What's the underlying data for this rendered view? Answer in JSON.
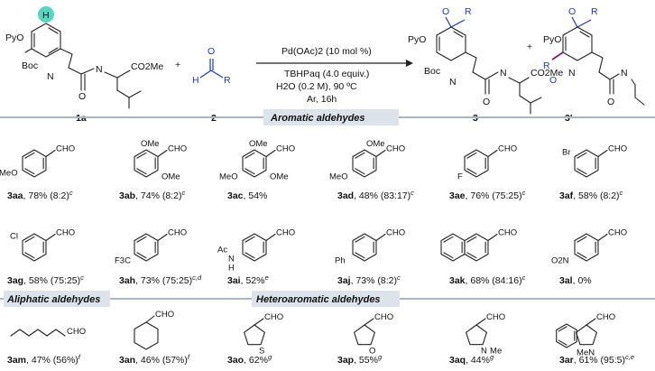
{
  "reaction": {
    "reactant1_label": "1a",
    "reactant2_label": "2",
    "product1_label": "3",
    "product2_label": "3'",
    "plus1": "+",
    "plus2": "+",
    "conditions": [
      "Pd(OAc)2 (10 mol %)",
      "TBHPaq (4.0 equiv.)",
      "H2O (0.2 M), 90 ºC",
      "Ar, 16h"
    ],
    "atoms": {
      "PyO": "PyO",
      "H": "H",
      "Boc": "Boc",
      "N": "N",
      "O": "O",
      "CO2Me": "CO2Me",
      "R": "R"
    }
  },
  "sections": {
    "aromatic": "Aromatic aldehydes",
    "aliphatic": "Aliphatic aldehydes",
    "heteroaromatic": "Heteroaromatic aldehydes"
  },
  "entries": [
    {
      "id": "3aa",
      "text": ", 78% (8:2)",
      "sup": "c",
      "subs": [
        "MeO"
      ]
    },
    {
      "id": "3ab",
      "text": ", 74% (8:2)",
      "sup": "c",
      "subs": [
        "OMe",
        "OMe"
      ]
    },
    {
      "id": "3ac",
      "text": ", 54%",
      "sup": "",
      "subs": [
        "OMe",
        "MeO",
        "OMe"
      ]
    },
    {
      "id": "3ad",
      "text": ", 48% (83:17)",
      "sup": "c",
      "subs": [
        "OMe",
        "MeO"
      ]
    },
    {
      "id": "3ae",
      "text": ", 76% (75:25)",
      "sup": "c",
      "subs": [
        "F"
      ]
    },
    {
      "id": "3af",
      "text": ", 58% (8:2)",
      "sup": "c",
      "subs": [
        "Br"
      ]
    },
    {
      "id": "3ag",
      "text": ", 58% (75:25)",
      "sup": "c",
      "subs": [
        "Cl"
      ]
    },
    {
      "id": "3ah",
      "text": ", 73% (75:25)",
      "sup": "c,d",
      "subs": [
        "F3C"
      ]
    },
    {
      "id": "3ai",
      "text": ", 52%",
      "sup": "e",
      "subs": [
        "Ac",
        "N",
        "H"
      ]
    },
    {
      "id": "3aj",
      "text": ", 73% (8:2)",
      "sup": "c",
      "subs": [
        "Ph"
      ]
    },
    {
      "id": "3ak",
      "text": ", 68% (84:16)",
      "sup": "c",
      "subs": []
    },
    {
      "id": "3al",
      "text": ", 0%",
      "sup": "",
      "subs": [
        "O2N"
      ]
    },
    {
      "id": "3am",
      "text": ", 47% (56%)",
      "sup": "f",
      "subs": []
    },
    {
      "id": "3an",
      "text": ", 46% (57%)",
      "sup": "f",
      "subs": []
    },
    {
      "id": "3ao",
      "text": ", 62%",
      "sup": "g",
      "subs": [
        "S"
      ]
    },
    {
      "id": "3ap",
      "text": ", 55%",
      "sup": "g",
      "subs": [
        "O"
      ]
    },
    {
      "id": "3aq",
      "text": ", 44%",
      "sup": "g",
      "subs": [
        "N",
        "Me"
      ]
    },
    {
      "id": "3ar",
      "text": ", 61% (95:5)",
      "sup": "c,e",
      "subs": [
        "MeN"
      ]
    }
  ],
  "cho": "CHO",
  "colors": {
    "accent_blue": "#1a37c8",
    "h_highlight": "#54d6c0",
    "banner": "#dde3ea",
    "bond_purple": "#7a1d6e"
  }
}
